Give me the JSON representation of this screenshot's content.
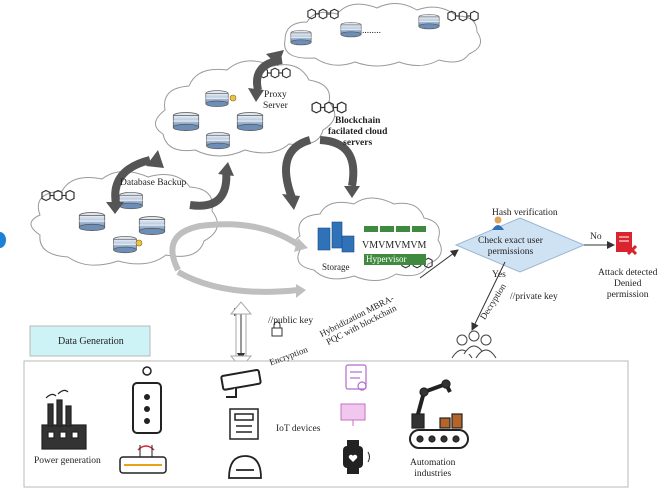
{
  "labels": {
    "proxy_server": "Proxy\nServer",
    "blockchain_cloud": "Blockchain\nfacilated cloud\nservers",
    "database_backup": "Database Backup",
    "dots": "........",
    "vm": "VMVMVMVM",
    "hypervisor": "Hypervisor",
    "storage": "Storage",
    "hash_verification": "Hash verification",
    "check_permissions": "Check exact user\npermissions",
    "no": "No",
    "yes": "Yes",
    "attack_detected": "Attack detected\nDenied\npermission",
    "private_key": "//private key",
    "decryption": "Decryption",
    "public_key": "//public key",
    "encryption": "Encryption",
    "hybridization": "Hybridization MBRA-\nPQC with blockchain",
    "data_generation": "Data Generation",
    "power_generation": "Power generation",
    "iot_devices": "IoT devices",
    "automation": "Automation\nindustries"
  },
  "colors": {
    "cloud_stroke": "#9a9a9a",
    "arrow": "#555555",
    "decision_fill": "#cfe2f3",
    "data_gen_fill": "#cdf3f7",
    "alert_red": "#d9232e",
    "vm_green": "#3f8a3f",
    "accent_blue": "#1e7fd6"
  }
}
